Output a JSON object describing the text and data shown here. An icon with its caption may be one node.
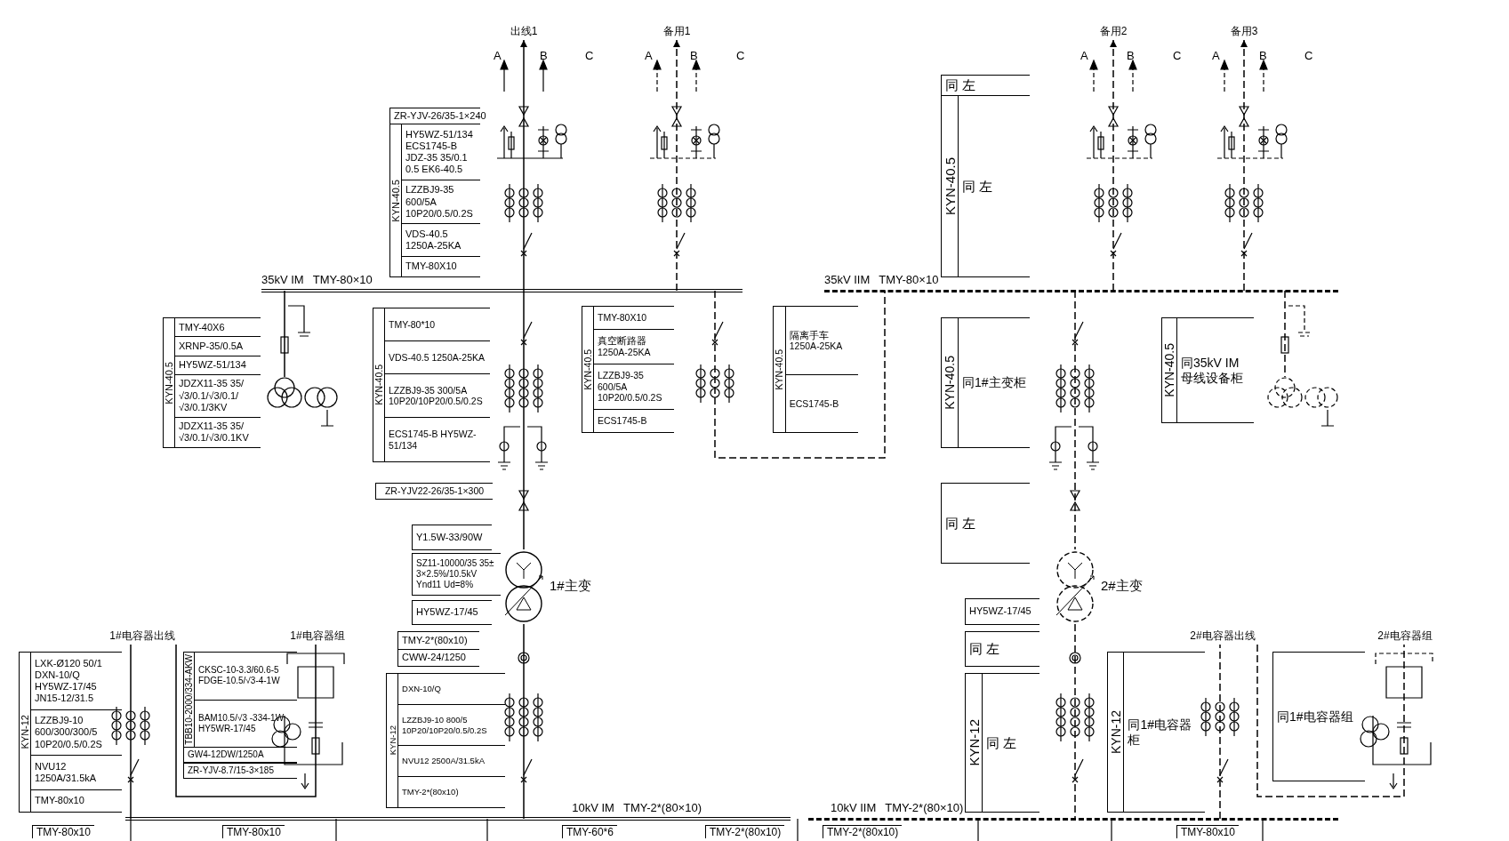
{
  "diagram": {
    "nodes": [
      {
        "text": [
          "出线1"
        ]
      },
      {
        "text": [
          "备用1"
        ]
      },
      {
        "text": [
          "备用2"
        ]
      },
      {
        "text": [
          "备用3"
        ]
      },
      {
        "text": [
          "ZR-YJV-26/35-1×240",
          "KYN-40.5",
          "HY5WZ-51/134 ECS1745-B JDZ-35 35/0.1 0.5 EK6-40.5",
          "LZZBJ9-35 600/5A 10P20/0.5/0.2S",
          "VDS-40.5 1250A-25KA",
          "TMY-80X10"
        ]
      },
      {
        "text": [
          "同 左",
          "KYN-40.5",
          "同 左"
        ]
      },
      {
        "text": [
          "35kV IM",
          "TMY-80×10"
        ]
      },
      {
        "text": [
          "35kV IIM",
          "TMY-80×10"
        ]
      },
      {
        "text": [
          "KYN-40.5",
          "TMY-40X6",
          "XRNP-35/0.5A",
          "HY5WZ-51/134",
          "JDZX11-35 35/√3/0.1/√3/0.1/√3/0.1/3KV",
          "JDZX11-35 35/√3/0.1/√3/0.1KV"
        ]
      },
      {
        "text": [
          "KYN-40.5",
          "TMY-80*10",
          "VDS-40.5 1250A-25KA",
          "LZZBJ9-35 300/5A 10P20/10P20/0.5/0.2S",
          "ECS1745-B HY5WZ-51/134"
        ]
      },
      {
        "text": [
          "KYN-40.5",
          "TMY-80X10",
          "真空断路器 1250A-25KA",
          "LZZBJ9-35 600/5A 10P20/0.5/0.2S",
          "ECS1745-B"
        ]
      },
      {
        "text": [
          "KYN-40.5",
          "隔离手车 1250A-25KA",
          "ECS1745-B"
        ]
      },
      {
        "text": [
          "KYN-40.5",
          "同1#主变柜"
        ]
      },
      {
        "text": [
          "KYN-40.5",
          "同35kV IM 母线设备柜"
        ]
      },
      {
        "text": [
          "ZR-YJV22-26/35-1×300"
        ]
      },
      {
        "text": [
          "同 左"
        ]
      },
      {
        "text": [
          "Y1.5W-33/90W"
        ]
      },
      {
        "text": [
          "SZ11-10000/35 35± 3×2.5%/10.5kV Ynd11 Ud=8%"
        ]
      },
      {
        "text": [],
        "shape": "circle",
        "beside": [
          "1#主变"
        ]
      },
      {
        "text": [],
        "shape": "circle",
        "beside": [
          "2#主变"
        ]
      },
      {
        "text": [
          "HY5WZ-17/45"
        ]
      },
      {
        "text": [
          "HY5WZ-17/45"
        ]
      },
      {
        "text": [
          "TMY-2*(80x10)",
          "CWW-24/1250"
        ]
      },
      {
        "text": [
          "同 左"
        ]
      },
      {
        "text": [
          "1#电容器出线"
        ]
      },
      {
        "text": [
          "1#电容器组"
        ]
      },
      {
        "text": [
          "2#电容器出线"
        ]
      },
      {
        "text": [
          "2#电容器组"
        ]
      },
      {
        "text": [
          "KYN-12",
          "LXK-Ø120 50/1 DXN-10/Q HY5WZ-17/45 JN15-12/31.5",
          "LZZBJ9-10 600/300/300/5 10P20/0.5/0.2S",
          "NVU12 1250A/31.5kA",
          "TMY-80x10"
        ]
      },
      {
        "text": [
          "TBB10-2000/334-AKW",
          "CKSC-10-3.3/60.6-5 FDGE-10.5/√3-4-1W",
          "BAM10.5/√3 -334-1W HY5WR-17/45",
          "GW4-12DW/1250A",
          "ZR-YJV-8.7/15-3×185"
        ]
      },
      {
        "text": [
          "KYN-12",
          "DXN-10/Q",
          "LZZBJ9-10 800/5 10P20/10P20/0.5/0.2S",
          "NVU12 2500A/31.5kA",
          "TMY-2*(80x10)"
        ]
      },
      {
        "text": [
          "KYN-12",
          "同 左"
        ]
      },
      {
        "text": [
          "KYN-12",
          "同1#电容器柜"
        ]
      },
      {
        "text": [
          "同1#电容器组"
        ]
      },
      {
        "text": [
          "10kV IM",
          "TMY-2*(80×10)"
        ]
      },
      {
        "text": [
          "10kV IIM",
          "TMY-2*(80×10)"
        ]
      },
      {
        "text": [],
        "shape": "circle"
      },
      {
        "text": [],
        "shape": "circle"
      }
    ],
    "edges": [
      {
        "from": 6,
        "to": 0,
        "arrow": "to"
      },
      {
        "from": 6,
        "to": 1,
        "arrow": "to",
        "style": "dashed"
      },
      {
        "from": 7,
        "to": 2,
        "arrow": "to",
        "style": "dashed"
      },
      {
        "from": 7,
        "to": 3,
        "arrow": "to",
        "style": "dashed"
      },
      {
        "from": 6,
        "to": 18,
        "arrow": "none"
      },
      {
        "from": 18,
        "to": 34,
        "arrow": "none"
      },
      {
        "from": 7,
        "to": 19,
        "arrow": "none",
        "style": "dashed"
      },
      {
        "from": 19,
        "to": 35,
        "arrow": "none",
        "style": "dashed"
      },
      {
        "from": 6,
        "to": 7,
        "arrow": "none",
        "style": "dashed"
      },
      {
        "from": 34,
        "to": 24,
        "arrow": "none"
      },
      {
        "from": 24,
        "to": 25,
        "arrow": "none"
      },
      {
        "from": 35,
        "to": 26,
        "arrow": "none",
        "style": "dashed"
      },
      {
        "from": 26,
        "to": 27,
        "arrow": "none",
        "style": "dashed"
      },
      {
        "from": 6,
        "to": 36,
        "arrow": "none"
      },
      {
        "from": 7,
        "to": 37,
        "arrow": "none",
        "style": "dashed"
      }
    ],
    "labels": [
      "A",
      "B",
      "C",
      "A",
      "B",
      "C",
      "A",
      "B",
      "C",
      "A",
      "B",
      "C",
      "TMY-80x10",
      "TMY-80x10",
      "TMY-60*6",
      "TMY-2*(80x10)",
      "TMY-2*(80x10)",
      "TMY-80x10"
    ]
  }
}
